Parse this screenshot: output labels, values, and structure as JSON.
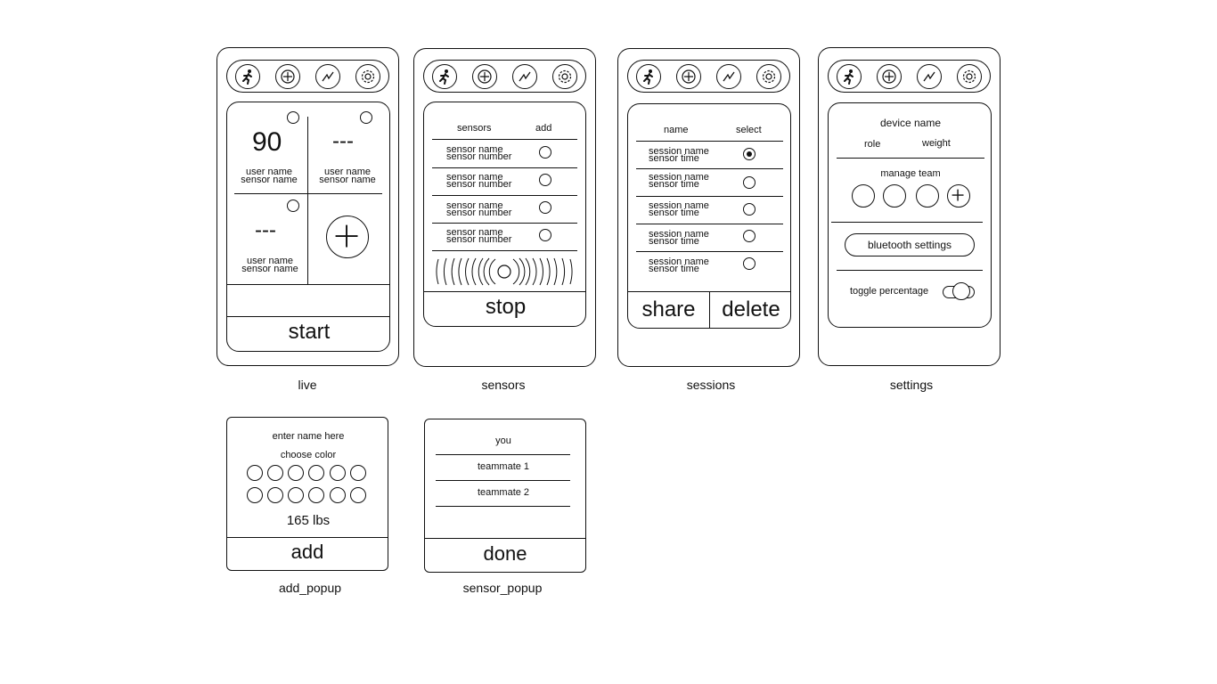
{
  "nav_icons": [
    "runner-icon",
    "plus-icon",
    "chart-line-icon",
    "gear-icon"
  ],
  "live": {
    "caption": "live",
    "cells": [
      {
        "value": "90",
        "user": "user name",
        "sensor": "sensor name"
      },
      {
        "value": "---",
        "user": "user name",
        "sensor": "sensor name"
      },
      {
        "value": "---",
        "user": "user name",
        "sensor": "sensor name"
      }
    ],
    "start_label": "start"
  },
  "sensors": {
    "caption": "sensors",
    "header_sensors": "sensors",
    "header_add": "add",
    "rows": [
      {
        "name": "sensor name",
        "number": "sensor number"
      },
      {
        "name": "sensor name",
        "number": "sensor number"
      },
      {
        "name": "sensor name",
        "number": "sensor number"
      },
      {
        "name": "sensor name",
        "number": "sensor number"
      }
    ],
    "stop_label": "stop"
  },
  "sessions": {
    "caption": "sessions",
    "header_name": "name",
    "header_select": "select",
    "rows": [
      {
        "name": "session name",
        "time": "sensor time",
        "selected": true
      },
      {
        "name": "session name",
        "time": "sensor time",
        "selected": false
      },
      {
        "name": "session name",
        "time": "sensor time",
        "selected": false
      },
      {
        "name": "session name",
        "time": "sensor time",
        "selected": false
      },
      {
        "name": "session name",
        "time": "sensor time",
        "selected": false
      }
    ],
    "share_label": "share",
    "delete_label": "delete"
  },
  "settings": {
    "caption": "settings",
    "device_name": "device name",
    "role": "role",
    "weight": "weight",
    "manage_team": "manage team",
    "bluetooth": "bluetooth settings",
    "toggle_label": "toggle percentage"
  },
  "add_popup": {
    "caption": "add_popup",
    "name_placeholder": "enter name here",
    "choose_color": "choose color",
    "weight": "165 lbs",
    "add_label": "add"
  },
  "sensor_popup": {
    "caption": "sensor_popup",
    "items": [
      "you",
      "teammate 1",
      "teammate 2"
    ],
    "done_label": "done"
  }
}
